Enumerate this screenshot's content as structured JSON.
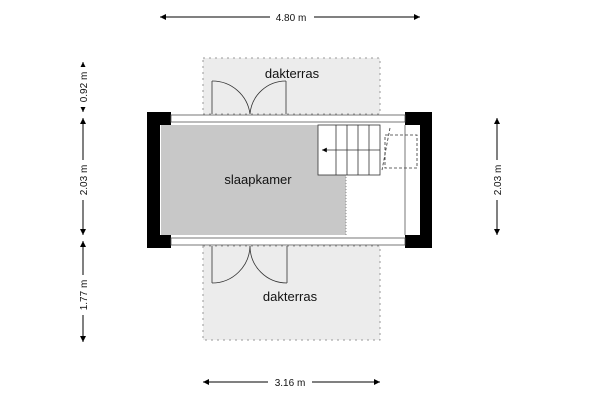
{
  "rooms": {
    "top_terrace": "dakterras",
    "bedroom": "slaapkamer",
    "bottom_terrace": "dakterras"
  },
  "dimensions": {
    "top_width": "4.80 m",
    "bottom_width": "3.16 m",
    "left_top": "0.92 m",
    "left_middle": "2.03 m",
    "left_bottom": "1.77 m",
    "right_middle": "2.03 m"
  },
  "colors": {
    "room": "#c8c8c8",
    "terrace": "#ececec",
    "wall": "#000000"
  }
}
